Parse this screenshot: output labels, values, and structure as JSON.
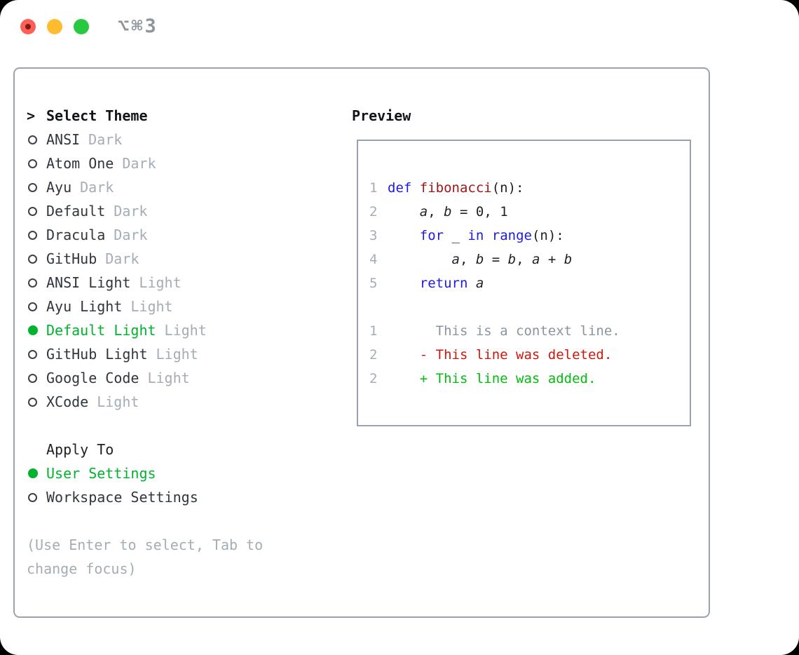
{
  "window": {
    "titlebar": {
      "title": "⌥⌘3",
      "traffic_lights": [
        {
          "name": "close",
          "color": "#ff5f57"
        },
        {
          "name": "minimize",
          "color": "#febc2e"
        },
        {
          "name": "zoom",
          "color": "#28c840"
        }
      ]
    }
  },
  "theme_picker": {
    "header": {
      "prompt": ">",
      "label": "Select Theme"
    },
    "themes": [
      {
        "name": "ANSI",
        "variant": "Dark",
        "selected": false
      },
      {
        "name": "Atom One",
        "variant": "Dark",
        "selected": false
      },
      {
        "name": "Ayu",
        "variant": "Dark",
        "selected": false
      },
      {
        "name": "Default",
        "variant": "Dark",
        "selected": false
      },
      {
        "name": "Dracula",
        "variant": "Dark",
        "selected": false
      },
      {
        "name": "GitHub",
        "variant": "Dark",
        "selected": false
      },
      {
        "name": "ANSI Light",
        "variant": "Light",
        "selected": false
      },
      {
        "name": "Ayu Light",
        "variant": "Light",
        "selected": false
      },
      {
        "name": "Default Light",
        "variant": "Light",
        "selected": true
      },
      {
        "name": "GitHub Light",
        "variant": "Light",
        "selected": false
      },
      {
        "name": "Google Code",
        "variant": "Light",
        "selected": false
      },
      {
        "name": "XCode",
        "variant": "Light",
        "selected": false
      }
    ],
    "apply_to": {
      "label": "Apply To",
      "options": [
        {
          "name": "User Settings",
          "selected": true
        },
        {
          "name": "Workspace Settings",
          "selected": false
        }
      ]
    },
    "help_lines": [
      "(Use Enter to select, Tab to",
      "change focus)"
    ]
  },
  "preview": {
    "title": "Preview",
    "code_lines": [
      {
        "num": "1",
        "tokens": [
          {
            "c": "kw",
            "t": "def"
          },
          {
            "c": "p",
            "t": " "
          },
          {
            "c": "fn",
            "t": "fibonacci"
          },
          {
            "c": "p",
            "t": "(n):"
          }
        ]
      },
      {
        "num": "2",
        "tokens": [
          {
            "c": "p",
            "t": "    "
          },
          {
            "c": "var",
            "t": "a"
          },
          {
            "c": "p",
            "t": ", "
          },
          {
            "c": "var",
            "t": "b"
          },
          {
            "c": "p",
            "t": " = 0, 1"
          }
        ]
      },
      {
        "num": "3",
        "tokens": [
          {
            "c": "p",
            "t": "    "
          },
          {
            "c": "kw",
            "t": "for"
          },
          {
            "c": "p",
            "t": " _ "
          },
          {
            "c": "kw",
            "t": "in"
          },
          {
            "c": "p",
            "t": " "
          },
          {
            "c": "kw",
            "t": "range"
          },
          {
            "c": "p",
            "t": "(n):"
          }
        ]
      },
      {
        "num": "4",
        "tokens": [
          {
            "c": "p",
            "t": "        "
          },
          {
            "c": "var",
            "t": "a"
          },
          {
            "c": "p",
            "t": ", "
          },
          {
            "c": "var",
            "t": "b"
          },
          {
            "c": "p",
            "t": " = "
          },
          {
            "c": "var",
            "t": "b"
          },
          {
            "c": "p",
            "t": ", "
          },
          {
            "c": "var",
            "t": "a"
          },
          {
            "c": "p",
            "t": " + "
          },
          {
            "c": "var",
            "t": "b"
          }
        ]
      },
      {
        "num": "5",
        "tokens": [
          {
            "c": "p",
            "t": "    "
          },
          {
            "c": "kw",
            "t": "return"
          },
          {
            "c": "p",
            "t": " "
          },
          {
            "c": "var",
            "t": "a"
          }
        ]
      },
      {
        "num": "",
        "tokens": []
      },
      {
        "num": "1",
        "tokens": [
          {
            "c": "ctx",
            "t": "      This is a context line."
          }
        ]
      },
      {
        "num": "2",
        "tokens": [
          {
            "c": "del",
            "t": "    - This line was deleted."
          }
        ]
      },
      {
        "num": "2",
        "tokens": [
          {
            "c": "add",
            "t": "    + This line was added."
          }
        ]
      }
    ]
  },
  "colors": {
    "selection_green": "#00b22d",
    "keyword_blue": "#1b1ae8",
    "function_red": "#a31515",
    "diff_deleted_red": "#d1150b",
    "diff_added_green": "#00bd0c",
    "context_gray": "#8b949e",
    "muted_gray": "#a4adb6",
    "panel_border_gray": "#9aa3ad",
    "title_gray": "#8e959d"
  }
}
